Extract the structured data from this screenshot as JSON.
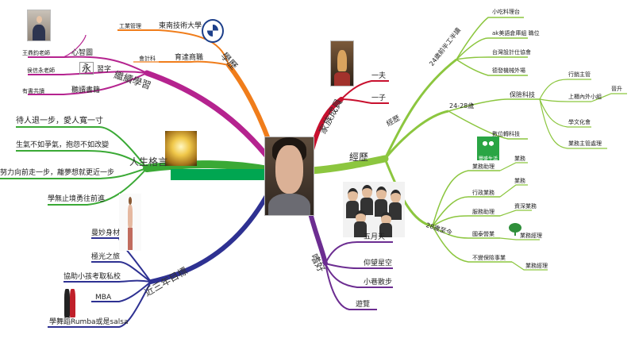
{
  "center": {
    "name": "center-photo"
  },
  "education": {
    "label": "學歷",
    "school": "東南技術大學",
    "majors": [
      {
        "name": "工業管理"
      },
      {
        "name": "會計科"
      }
    ],
    "school2": "育達商職"
  },
  "family": {
    "label": "家族成員",
    "members": [
      "一夫",
      "一子"
    ]
  },
  "experience": {
    "label": "經歷",
    "period1": "24歲前半工半讀",
    "period1_items": [
      "小吃料理台",
      "ak美語倉庫組 職位",
      "台灣設計仕協會",
      "德發機械外場"
    ],
    "period2": "24-28歲",
    "period2_node": "保險科技",
    "period2_items": [
      "行銷主管",
      "上櫃內外小組",
      "晉升",
      "學文化會",
      "業務主管處理"
    ],
    "period2_sub": "數位轉科技",
    "period3": "28歲至今",
    "period3_items": [
      "業務助理",
      "業務",
      "行政業務",
      "業務",
      "服務助理",
      "資深業務",
      "國泰營業",
      "業務經理",
      "不變保險事業",
      "業務經理"
    ],
    "logo_text": "豐盛生活 LIFE"
  },
  "study": {
    "label": "繼續學習",
    "teacher": "王鼎鈞老師",
    "items": [
      {
        "label": "心智圖",
        "teacher": "王鼎鈞老師"
      },
      {
        "label": "習字",
        "teacher": "侯信永老師",
        "glyph": "永"
      },
      {
        "label": "聽讀書籍",
        "teacher": "有書共讀"
      }
    ]
  },
  "motto": {
    "label": "人生格言",
    "items": [
      "待人退一步，愛人寬一寸",
      "生氣不如爭氣，抱怨不如改變",
      "努力向前走一步，離夢想就更近一步",
      "學無止境勇往前進"
    ]
  },
  "hobby": {
    "label": "嗜好",
    "items": [
      "五月天",
      "仰望星空",
      "小巷散步",
      "遊覽"
    ]
  },
  "goals": {
    "label": "近三年目標",
    "items": [
      "曼妙身材",
      "極光之旅",
      "協助小孩考取私校",
      "MBA",
      "學舞蹈Rumba或是salsa"
    ]
  },
  "colors": {
    "education": "#f07d1b",
    "family": "#c8102e",
    "experience": "#8cc63f",
    "study": "#b5238f",
    "motto": "#3aa935",
    "hobby": "#6c2d91",
    "goals": "#2e3192",
    "center_bar": "#00a651"
  }
}
